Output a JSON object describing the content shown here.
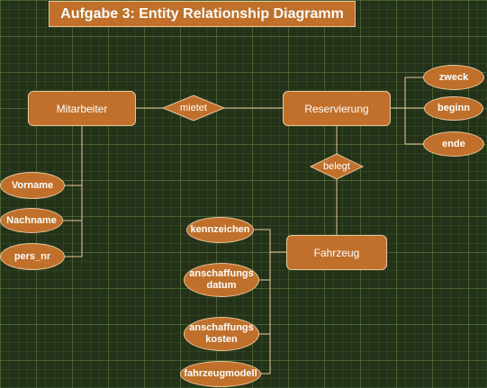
{
  "title": "Aufgabe 3: Entity Relationship Diagramm",
  "colors": {
    "node_fill": "#c0702a",
    "node_stroke": "#e8c59a",
    "edge": "#e8c59a",
    "background": "#233219",
    "text": "#ffffff"
  },
  "entities": {
    "mitarbeiter": "Mitarbeiter",
    "reservierung": "Reservierung",
    "fahrzeug": "Fahrzeug"
  },
  "relationships": {
    "mietet": "mietet",
    "belegt": "belegt"
  },
  "attributes": {
    "zweck": "zweck",
    "beginn": "beginn",
    "ende": "ende",
    "vorname": "Vorname",
    "nachname": "Nachname",
    "pers_nr": "pers_nr",
    "kennzeichen": "kennzeichen",
    "anschaffungsdatum": "anschaffungs\ndatum",
    "anschaffungskosten": "anschaffungs\nkosten",
    "fahrzeugmodell": "fahrzeugmodell"
  }
}
